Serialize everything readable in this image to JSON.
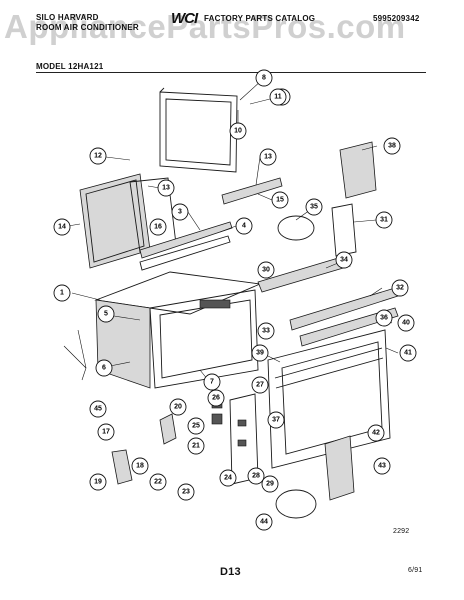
{
  "header": {
    "brand_line1": "SILO HARVARD",
    "brand_line2": "ROOM AIR CONDITIONER",
    "catalog_title": "FACTORY PARTS CATALOG",
    "catalog_number": "5995209342",
    "watermark": "AppliancePartsPros.com",
    "logo_text": "WCI",
    "model": "MODEL 12HA121"
  },
  "diagram": {
    "callouts": [
      "1",
      "3",
      "4",
      "5",
      "6",
      "7",
      "8",
      "9",
      "10",
      "11",
      "12",
      "13",
      "13",
      "14",
      "15",
      "16",
      "17",
      "18",
      "19",
      "20",
      "21",
      "22",
      "23",
      "24",
      "25",
      "26",
      "27",
      "28",
      "29",
      "30",
      "31",
      "32",
      "33",
      "34",
      "35",
      "36",
      "37",
      "38",
      "39",
      "40",
      "41",
      "42",
      "43",
      "44",
      "45"
    ]
  },
  "footer": {
    "drawing_number": "2292",
    "page_code": "D13",
    "date": "6/91"
  }
}
